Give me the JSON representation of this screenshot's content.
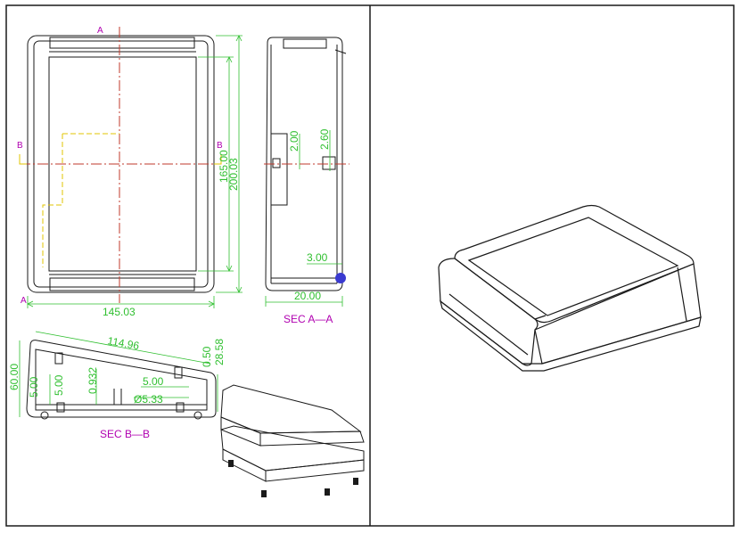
{
  "colors": {
    "outline": "#1a1a1a",
    "dimension": "#2fbf2f",
    "section_label": "#b000b0",
    "centerline": "#c0392b",
    "hidden_line": "#e0c400",
    "detail_ball": "#3a3ad0"
  },
  "front_view": {
    "marker_a_top": "A",
    "marker_a_bottom": "A",
    "marker_b_left": "B",
    "marker_b_right": "B",
    "width_dim": "145.03",
    "inner_height_dim": "165.00",
    "outer_height_dim": "200.03"
  },
  "side_view": {
    "dim_wall_a": "2.00",
    "dim_wall_b": "2.60",
    "dim_foot": "3.00",
    "dim_width": "20.00",
    "section_title": "SEC A—A"
  },
  "section_view": {
    "dim_top_length": "114.96",
    "dim_top_offset": "0.50",
    "dim_height_right": "28.58",
    "dim_height_left": "60.00",
    "dim_rib_a": "5.00",
    "dim_rib_b": "5.00",
    "dim_slope": "0.932",
    "dim_rib_c": "5.00",
    "dim_boss": "Ø5.33",
    "section_title": "SEC B—B"
  }
}
